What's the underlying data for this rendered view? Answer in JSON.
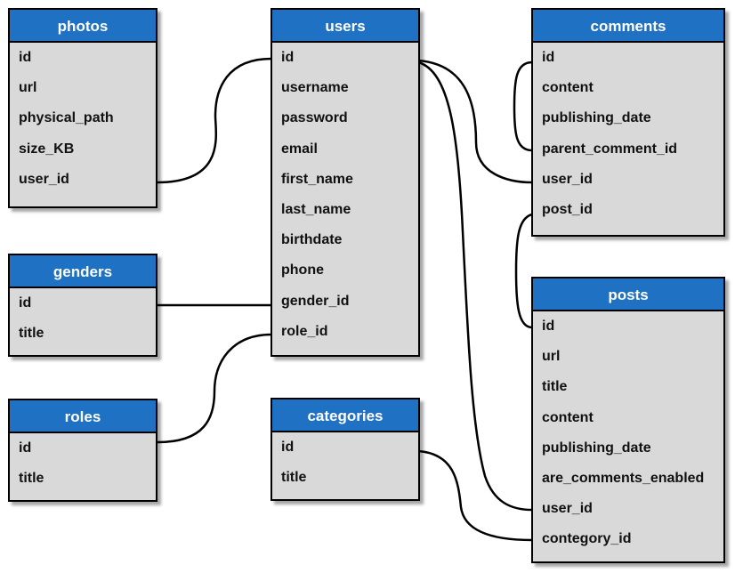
{
  "tables": {
    "photos": {
      "title": "photos",
      "fields": [
        "id",
        "url",
        "physical_path",
        "size_KB",
        "user_id"
      ]
    },
    "users": {
      "title": "users",
      "fields": [
        "id",
        "username",
        "password",
        "email",
        "first_name",
        "last_name",
        "birthdate",
        "phone",
        "gender_id",
        "role_id"
      ]
    },
    "comments": {
      "title": "comments",
      "fields": [
        "id",
        "content",
        "publishing_date",
        "parent_comment_id",
        "user_id",
        "post_id"
      ]
    },
    "genders": {
      "title": "genders",
      "fields": [
        "id",
        "title"
      ]
    },
    "roles": {
      "title": "roles",
      "fields": [
        "id",
        "title"
      ]
    },
    "categories": {
      "title": "categories",
      "fields": [
        "id",
        "title"
      ]
    },
    "posts": {
      "title": "posts",
      "fields": [
        "id",
        "url",
        "title",
        "content",
        "publishing_date",
        "are_comments_enabled",
        "user_id",
        "contegory_id"
      ]
    }
  },
  "relations": [
    {
      "from": "photos.user_id",
      "to": "users.id"
    },
    {
      "from": "genders.id",
      "to": "users.gender_id"
    },
    {
      "from": "roles.id",
      "to": "users.role_id"
    },
    {
      "from": "users.id",
      "to": "comments.user_id"
    },
    {
      "from": "users.id",
      "to": "posts.user_id"
    },
    {
      "from": "comments.id",
      "to": "comments.parent_comment_id"
    },
    {
      "from": "comments.post_id",
      "to": "posts.id"
    },
    {
      "from": "categories.id",
      "to": "posts.contegory_id"
    }
  ],
  "colors": {
    "header": "#1f71c4",
    "body": "#d9d9d9",
    "line": "#000000"
  }
}
